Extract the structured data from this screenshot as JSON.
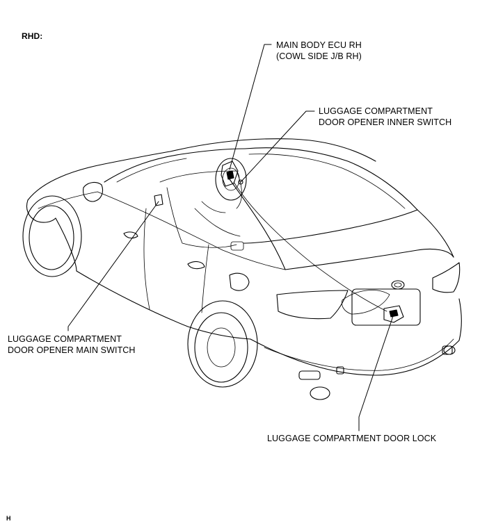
{
  "heading": "RHD:",
  "labels": {
    "ecu": [
      "MAIN BODY ECU RH",
      "(COWL SIDE J/B RH)"
    ],
    "inner_switch": [
      "LUGGAGE COMPARTMENT",
      "DOOR OPENER INNER SWITCH"
    ],
    "main_switch": [
      "LUGGAGE COMPARTMENT",
      "DOOR OPENER MAIN SWITCH"
    ],
    "door_lock": [
      "LUGGAGE COMPARTMENT DOOR LOCK"
    ]
  },
  "corner_mark": "H"
}
